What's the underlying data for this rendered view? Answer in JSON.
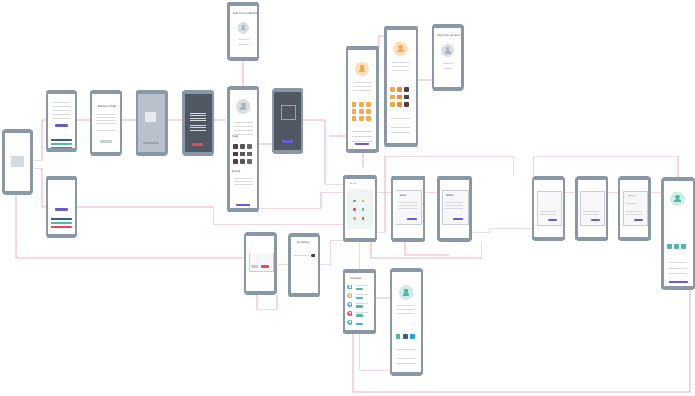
{
  "colors": {
    "connector": "#e79aa8",
    "phone_frame": "#8a97a6",
    "accent_purple": "#6a5acd",
    "accent_orange": "#f4a94a",
    "accent_teal": "#4fb8a6",
    "danger_red": "#e04a5a",
    "facebook_blue": "#3b5998",
    "twitter_blue": "#1da1f2"
  },
  "icons": [
    "image-placeholder-icon",
    "user-avatar-icon",
    "facebook-icon",
    "instagram-icon",
    "twitter-icon",
    "linkedin-icon",
    "tumblr-icon",
    "youtube-icon",
    "reddit-icon",
    "github-icon",
    "toggle-icon",
    "map-pin-icon"
  ],
  "screens": {
    "welcome": {
      "title": "Welcome to Pocket!"
    },
    "empty_state": {
      "title": "Smile! This is your first impression"
    },
    "profile": {
      "section_social": "Social",
      "section_payment": "Payment"
    },
    "settings": {
      "title": "App Settings"
    },
    "map": {
      "title": "Nearby"
    },
    "connections": {
      "title": "Connections"
    },
    "modal": {
      "title": "Working",
      "subtitle": "Completed"
    }
  }
}
